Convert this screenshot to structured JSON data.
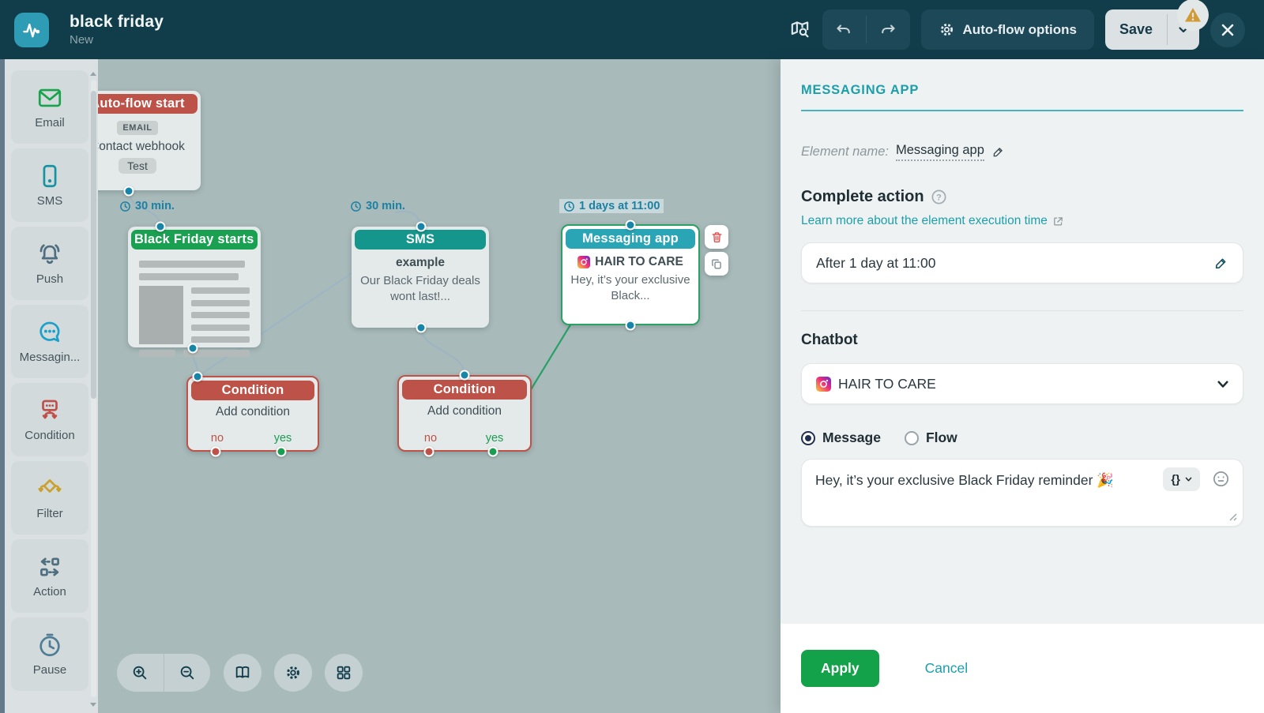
{
  "header": {
    "title": "black friday",
    "subtitle": "New",
    "autoflow_options_label": "Auto-flow options",
    "save_label": "Save"
  },
  "sidebar": {
    "items": [
      {
        "icon": "email-icon",
        "label": "Email"
      },
      {
        "icon": "sms-icon",
        "label": "SMS"
      },
      {
        "icon": "push-icon",
        "label": "Push"
      },
      {
        "icon": "messaging-icon",
        "label": "Messagin..."
      },
      {
        "icon": "condition-icon",
        "label": "Condition"
      },
      {
        "icon": "filter-icon",
        "label": "Filter"
      },
      {
        "icon": "action-icon",
        "label": "Action"
      },
      {
        "icon": "pause-icon",
        "label": "Pause"
      }
    ]
  },
  "canvas": {
    "nodes": {
      "autoflow_start": {
        "header": "Auto-flow start",
        "badge": "EMAIL",
        "name": "Contact webhook",
        "tag": "Test",
        "delay_after": "30 min."
      },
      "email": {
        "header": "Black Friday starts ..."
      },
      "sms": {
        "header": "SMS",
        "title": "example",
        "preview": "Our Black Friday deals wont last!...",
        "delay": "30 min."
      },
      "condition": {
        "header": "Condition",
        "body": "Add condition",
        "no": "no",
        "yes": "yes"
      },
      "messaging": {
        "header": "Messaging app",
        "account": "HAIR TO CARE",
        "preview": "Hey, it’s your exclusive Black...",
        "delay": "1 days at 11:00"
      }
    }
  },
  "panel": {
    "title": "MESSAGING APP",
    "element_name_label": "Element name:",
    "element_name_value": "Messaging app",
    "complete_action_title": "Complete action",
    "learn_more_link": "Learn more about the element execution time",
    "execution_value": "After 1 day at 11:00",
    "chatbot_label": "Chatbot",
    "chatbot_value": "HAIR TO CARE",
    "radio_message": "Message",
    "radio_flow": "Flow",
    "message_text": "Hey, it’s your exclusive Black Friday reminder 🎉",
    "vars_button": "{}",
    "apply_label": "Apply",
    "cancel_label": "Cancel"
  },
  "colors": {
    "header_bg": "#113d4b",
    "canvas_bg": "#a9baba",
    "accent_teal": "#1d9faa",
    "node_red": "#bd5248",
    "node_green": "#1aa051",
    "node_sms_teal": "#15968c",
    "node_msg_cyan": "#2aa5b5",
    "apply_green": "#13a24a",
    "warning_orange": "#d29a35",
    "edge_gray": "#9db5c3",
    "edge_green": "#28a067"
  }
}
